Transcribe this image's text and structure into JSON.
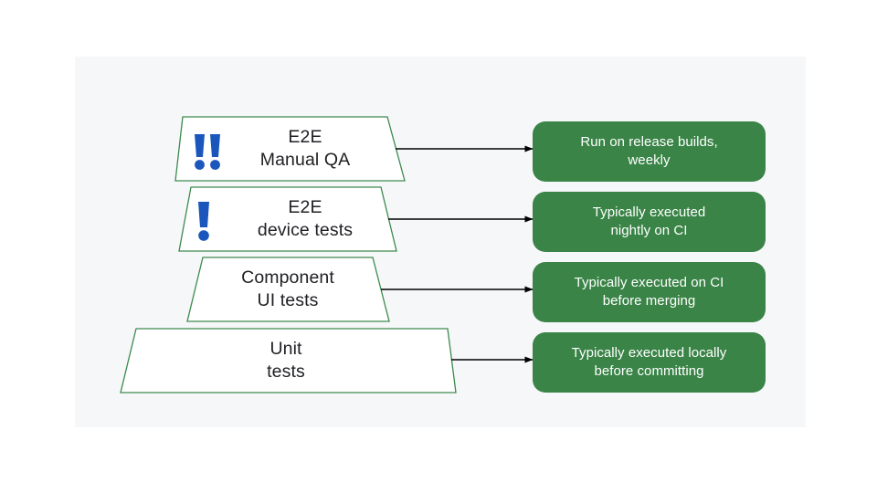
{
  "diagram": {
    "title": "Test pyramid with execution cadence callouts",
    "background_color": "#f6f7f9",
    "page_color": "#ffffff",
    "trapezoid_border_color": "#3c8a4e",
    "trapezoid_fill_color": "#ffffff",
    "callout_fill_color": "#3a8447",
    "callout_text_color": "#ffffff",
    "arrow_color": "#000000",
    "label_text_color": "#202124",
    "warning_icon_color": "#1a56bc"
  },
  "pyramid": {
    "levels": [
      {
        "id": "e2e-manual-qa",
        "line1": "E2E",
        "line2": "Manual QA",
        "label": "E2E\nManual QA",
        "warning_icons": 2,
        "icon_name": "exclamation-icon"
      },
      {
        "id": "e2e-device-tests",
        "line1": "E2E",
        "line2": "device tests",
        "label": "E2E\ndevice tests",
        "warning_icons": 1,
        "icon_name": "exclamation-icon"
      },
      {
        "id": "component-ui-tests",
        "line1": "Component",
        "line2": "UI tests",
        "label": "Component\nUI tests",
        "warning_icons": 0,
        "icon_name": ""
      },
      {
        "id": "unit-tests",
        "line1": "Unit",
        "line2": "tests",
        "label": "Unit\ntests",
        "warning_icons": 0,
        "icon_name": ""
      }
    ]
  },
  "callouts": [
    {
      "id": "callout-manual-qa",
      "line1": "Run on release builds,",
      "line2": "weekly",
      "text": "Run on release builds,\nweekly"
    },
    {
      "id": "callout-device-tests",
      "line1": "Typically executed",
      "line2": "nightly on CI",
      "text": "Typically executed\nnightly on CI"
    },
    {
      "id": "callout-component-tests",
      "line1": "Typically executed on CI",
      "line2": "before merging",
      "text": "Typically executed on CI\nbefore merging"
    },
    {
      "id": "callout-unit-tests",
      "line1": "Typically executed locally",
      "line2": "before committing",
      "text": "Typically executed locally\nbefore committing"
    }
  ],
  "connectors": [
    {
      "id": "arrow-manual-qa",
      "from": "e2e-manual-qa",
      "to": "callout-manual-qa"
    },
    {
      "id": "arrow-device-tests",
      "from": "e2e-device-tests",
      "to": "callout-device-tests"
    },
    {
      "id": "arrow-component-tests",
      "from": "component-ui-tests",
      "to": "callout-component-tests"
    },
    {
      "id": "arrow-unit-tests",
      "from": "unit-tests",
      "to": "callout-unit-tests"
    }
  ]
}
